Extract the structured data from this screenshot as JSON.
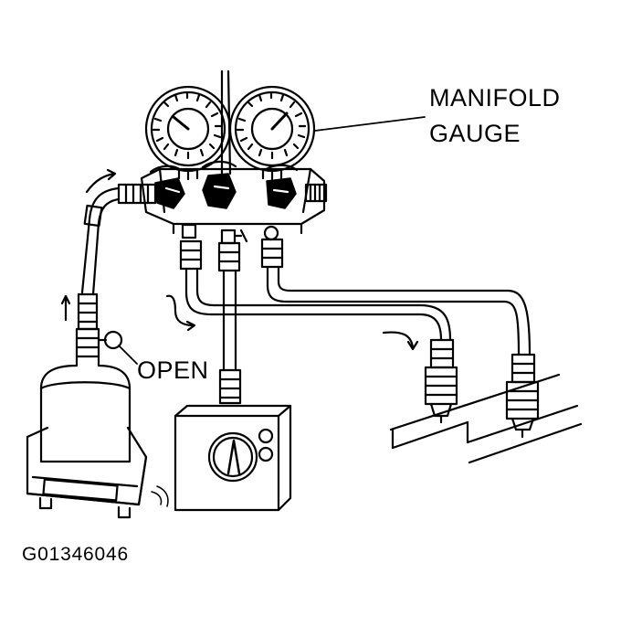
{
  "labels": {
    "manifold_line1": "MANIFOLD",
    "manifold_line2": "GAUGE",
    "valve_state": "OPEN",
    "figure_id": "G01346046"
  },
  "components": [
    "manifold-gauge-assembly",
    "low-pressure-gauge",
    "high-pressure-gauge",
    "refrigerant-cylinder",
    "charging-scale",
    "vacuum-pump",
    "service-hose",
    "low-side-quick-coupler",
    "high-side-quick-coupler",
    "ac-refrigerant-lines"
  ],
  "colors": {
    "ink": "#000000",
    "paper": "#ffffff"
  }
}
